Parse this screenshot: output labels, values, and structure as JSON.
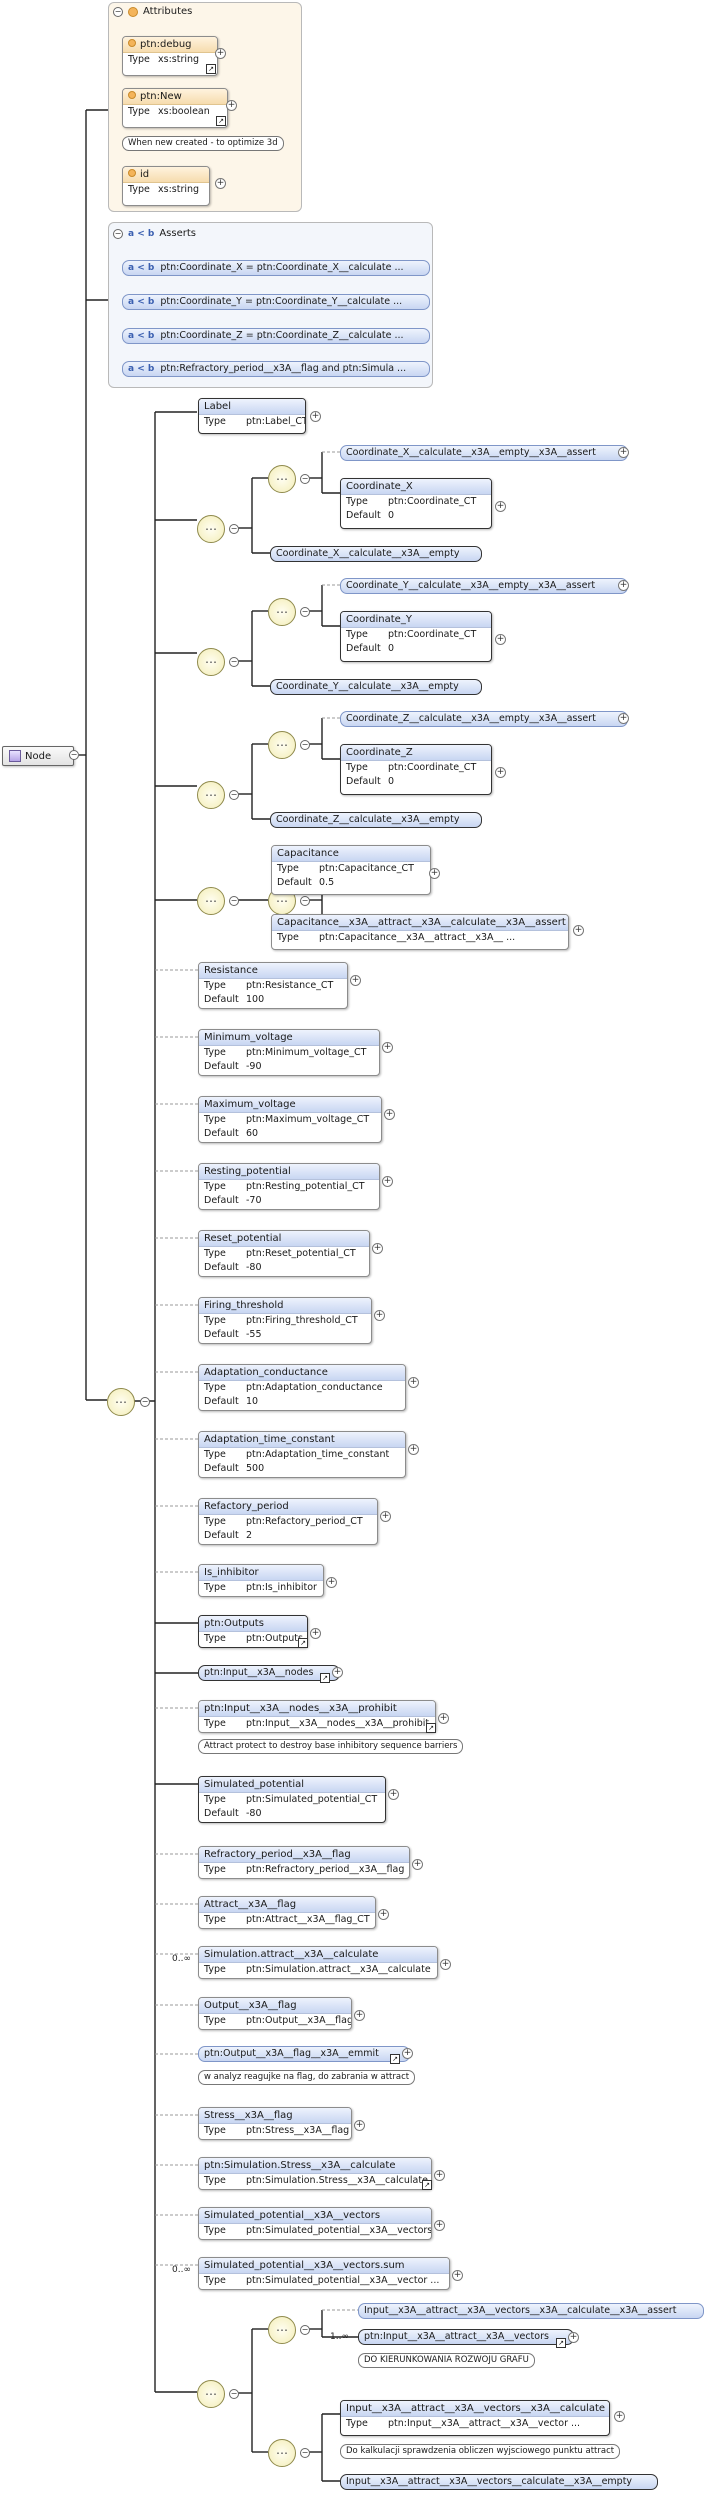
{
  "root": {
    "label": "Node",
    "icon": "element-icon"
  },
  "attributes": {
    "title": "Attributes",
    "items": [
      {
        "name": "ptn:debug",
        "type_label": "Type",
        "type": "xs:string"
      },
      {
        "name": "ptn:New",
        "type_label": "Type",
        "type": "xs:boolean",
        "note": "When new created - to optimize 3d"
      },
      {
        "name": "id",
        "type_label": "Type",
        "type": "xs:string"
      }
    ]
  },
  "asserts": {
    "title": "Asserts",
    "symbol": "a < b",
    "items": [
      "ptn:Coordinate_X = ptn:Coordinate_X__calculate ...",
      "ptn:Coordinate_Y = ptn:Coordinate_Y__calculate ...",
      "ptn:Coordinate_Z = ptn:Coordinate_Z__calculate ...",
      "ptn:Refractory_period__x3A__flag and ptn:Simula ..."
    ]
  },
  "labels": {
    "type": "Type",
    "default": "Default"
  },
  "label_el": {
    "name": "Label",
    "type": "ptn:Label_CT"
  },
  "coord_groups": [
    {
      "assert": "Coordinate_X__calculate__x3A__empty__x3A__assert",
      "name": "Coordinate_X",
      "type": "ptn:Coordinate_CT",
      "default": "0",
      "empty": "Coordinate_X__calculate__x3A__empty"
    },
    {
      "assert": "Coordinate_Y__calculate__x3A__empty__x3A__assert",
      "name": "Coordinate_Y",
      "type": "ptn:Coordinate_CT",
      "default": "0",
      "empty": "Coordinate_Y__calculate__x3A__empty"
    },
    {
      "assert": "Coordinate_Z__calculate__x3A__empty__x3A__assert",
      "name": "Coordinate_Z",
      "type": "ptn:Coordinate_CT",
      "default": "0",
      "empty": "Coordinate_Z__calculate__x3A__empty"
    }
  ],
  "capacitance": {
    "name": "Capacitance",
    "type": "ptn:Capacitance_CT",
    "default": "0.5",
    "assert_name": "Capacitance__x3A__attract__x3A__calculate__x3A__assert",
    "assert_type": "ptn:Capacitance__x3A__attract__x3A__ ..."
  },
  "elements": [
    {
      "name": "Resistance",
      "type": "ptn:Resistance_CT",
      "default": "100"
    },
    {
      "name": "Minimum_voltage",
      "type": "ptn:Minimum_voltage_CT",
      "default": "-90"
    },
    {
      "name": "Maximum_voltage",
      "type": "ptn:Maximum_voltage_CT",
      "default": "60"
    },
    {
      "name": "Resting_potential",
      "type": "ptn:Resting_potential_CT",
      "default": "-70"
    },
    {
      "name": "Reset_potential",
      "type": "ptn:Reset_potential_CT",
      "default": "-80"
    },
    {
      "name": "Firing_threshold",
      "type": "ptn:Firing_threshold_CT",
      "default": "-55"
    },
    {
      "name": "Adaptation_conductance",
      "type": "ptn:Adaptation_conductance",
      "default": "10"
    },
    {
      "name": "Adaptation_time_constant",
      "type": "ptn:Adaptation_time_constant",
      "default": "500"
    },
    {
      "name": "Refactory_period",
      "type": "ptn:Refactory_period_CT",
      "default": "2"
    },
    {
      "name": "Is_inhibitor",
      "type": "ptn:Is_inhibitor"
    },
    {
      "name": "ptn:Outputs",
      "type": "ptn:Outputs"
    },
    {
      "name": "ptn:Input__x3A__nodes"
    },
    {
      "name": "ptn:Input__x3A__nodes__x3A__prohibit",
      "type": "ptn:Input__x3A__nodes__x3A__prohibit",
      "note": "Attract protect to destroy base inhibitory sequence barriers"
    },
    {
      "name": "Simulated_potential",
      "type": "ptn:Simulated_potential_CT",
      "default": "-80"
    },
    {
      "name": "Refractory_period__x3A__flag",
      "type": "ptn:Refractory_period__x3A__flag"
    },
    {
      "name": "Attract__x3A__flag",
      "type": "ptn:Attract__x3A__flag_CT"
    },
    {
      "name": "Simulation.attract__x3A__calculate",
      "type": "ptn:Simulation.attract__x3A__calculate",
      "card": "0..∞"
    },
    {
      "name": "Output__x3A__flag",
      "type": "ptn:Output__x3A__flag"
    },
    {
      "name": "ptn:Output__x3A__flag__x3A__emmit",
      "note": "w analyz reagujke na flag, do zabrania w attract"
    },
    {
      "name": "Stress__x3A__flag",
      "type": "ptn:Stress__x3A__flag"
    },
    {
      "name": "ptn:Simulation.Stress__x3A__calculate",
      "type": "ptn:Simulation.Stress__x3A__calculate"
    },
    {
      "name": "Simulated_potential__x3A__vectors",
      "type": "ptn:Simulated_potential__x3A__vectors"
    },
    {
      "name": "Simulated_potential__x3A__vectors.sum",
      "type": "ptn:Simulated_potential__x3A__vector ...",
      "card": "0..∞"
    }
  ],
  "last_group": {
    "assert": "Input__x3A__attract__x3A__vectors__x3A__calculate__x3A__assert",
    "ref": "ptn:Input__x3A__attract__x3A__vectors",
    "ref_card": "1..∞",
    "ref_note": "DO KIERUNKOWANIA ROZWOJU GRAFU",
    "calc_name": "Input__x3A__attract__x3A__vectors__x3A__calculate",
    "calc_type": "ptn:Input__x3A__attract__x3A__vector ...",
    "calc_note": "Do kalkulacji sprawdzenia obliczen wyjsciowego punktu attract",
    "empty": "Input__x3A__attract__x3A__vectors__calculate__x3A__empty"
  }
}
